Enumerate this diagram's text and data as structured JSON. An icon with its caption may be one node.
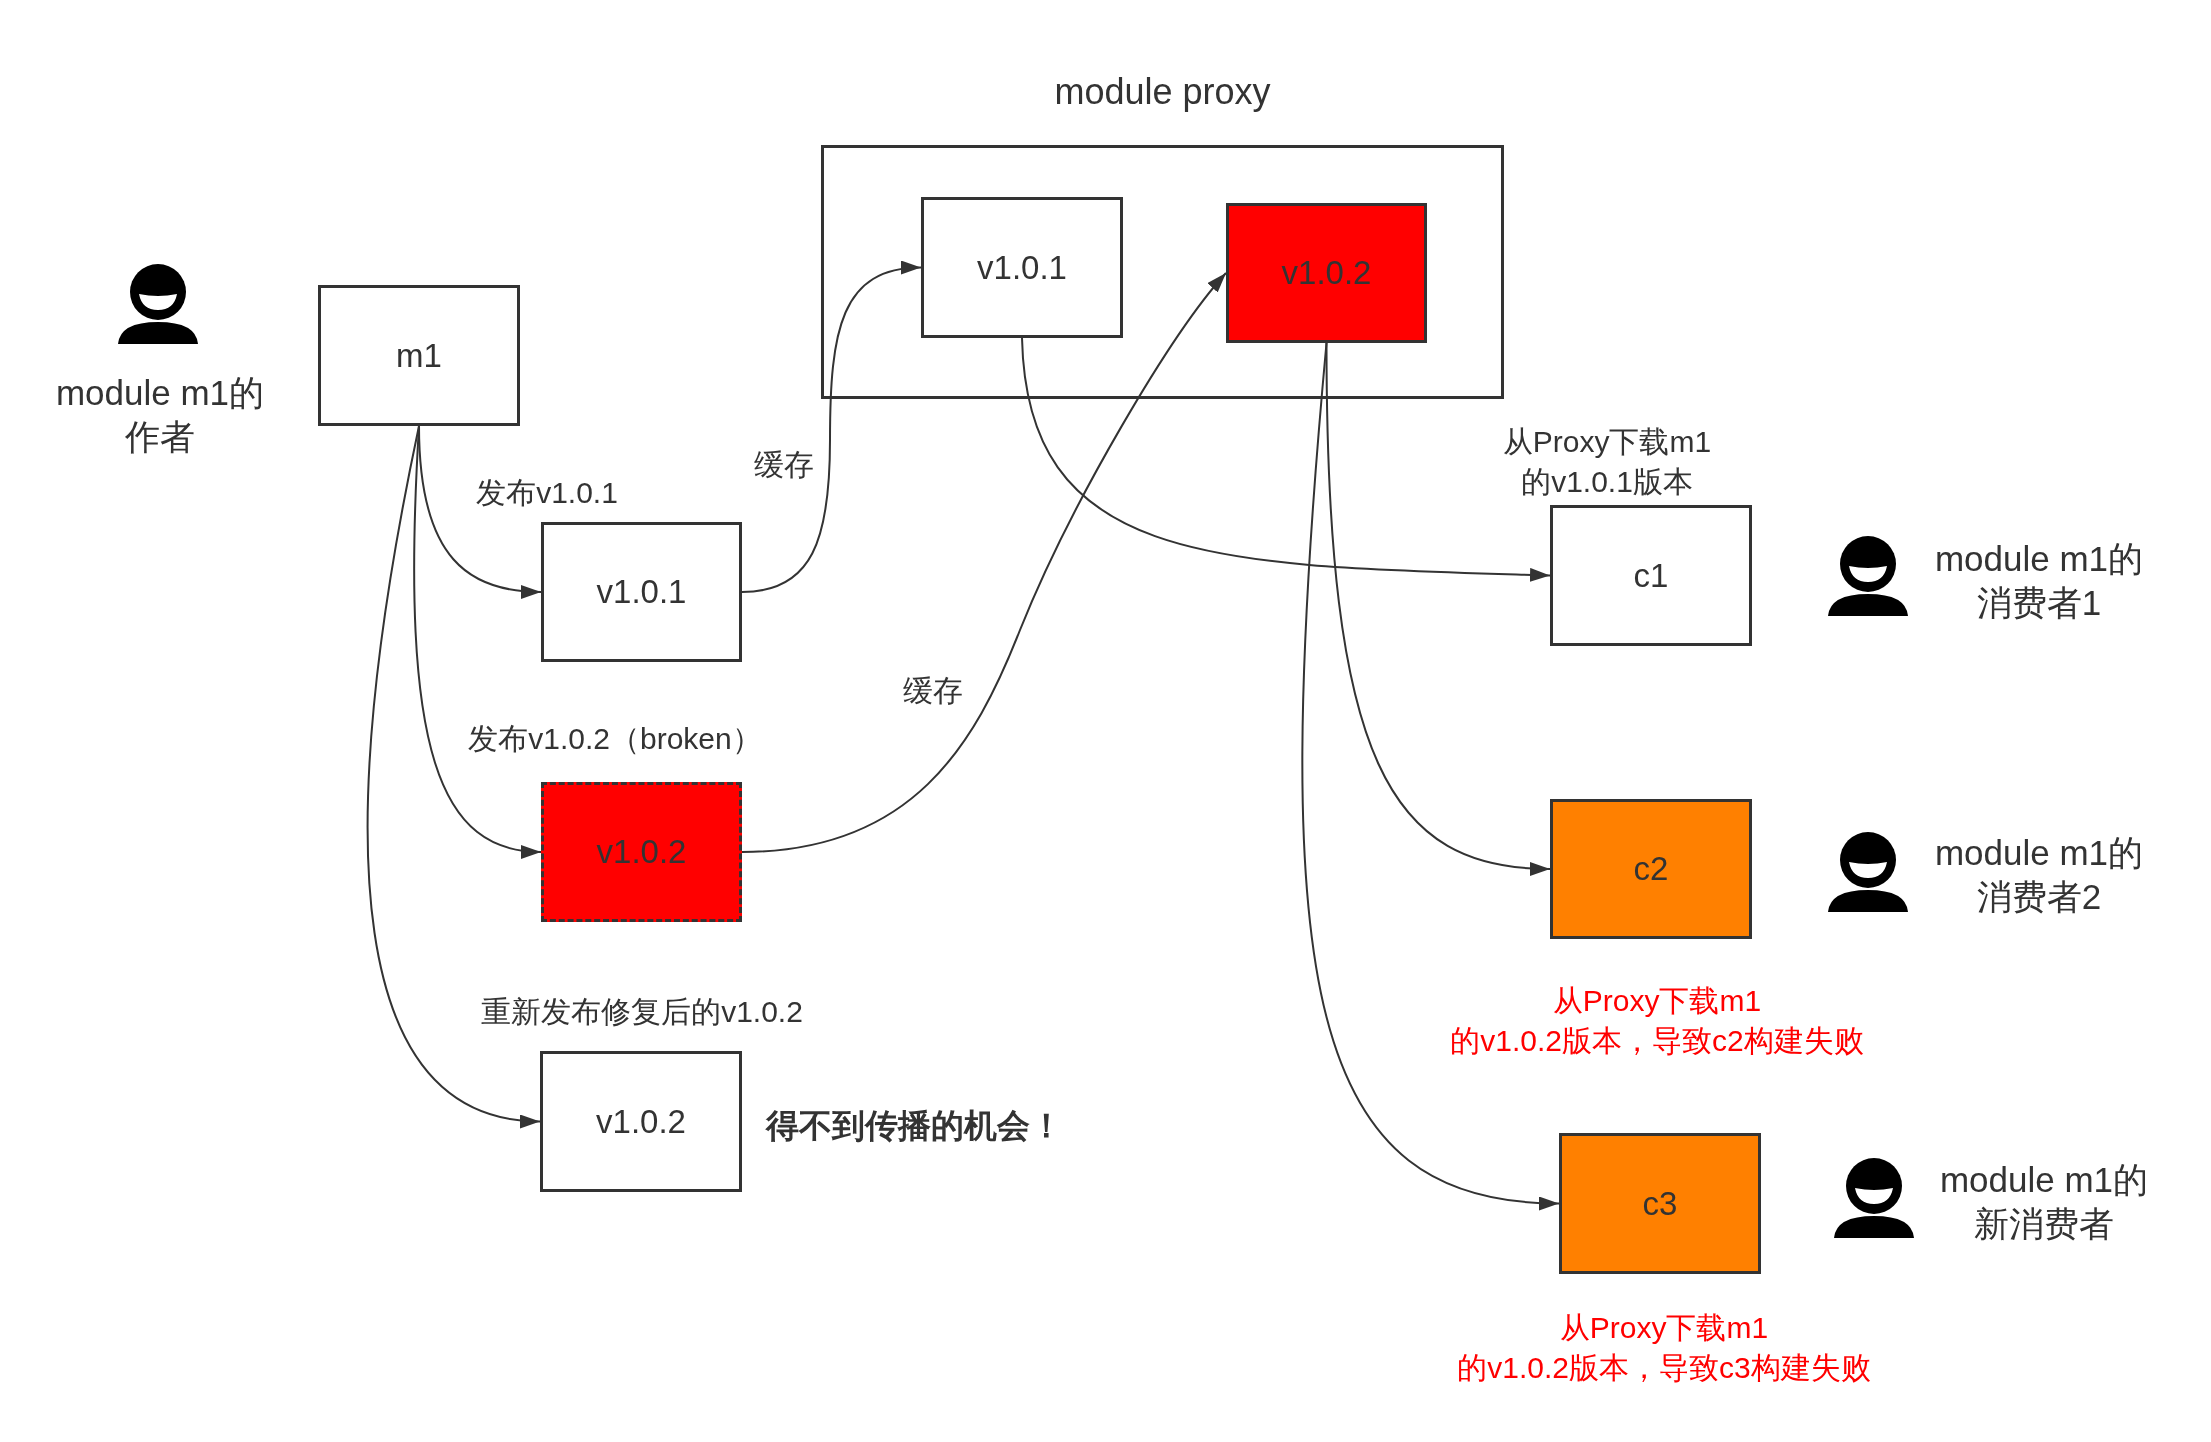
{
  "diagram": {
    "nodes": [
      {
        "text": [
          "module proxy"
        ]
      },
      {
        "text": [
          "v1.0.1"
        ],
        "in": 0
      },
      {
        "text": [
          "v1.0.2"
        ],
        "in": 0
      },
      {
        "text": [
          "m1"
        ]
      },
      {
        "text": [
          "v1.0.1"
        ]
      },
      {
        "text": [
          "v1.0.2"
        ]
      },
      {
        "text": [
          "v1.0.2"
        ],
        "beside": [
          "得不到传播的机会！"
        ]
      },
      {
        "text": [
          "c1"
        ],
        "beside": [
          "从Proxy下载m1的v1.0.1版本"
        ]
      },
      {
        "text": [
          "c2"
        ],
        "beside": [
          "从Proxy下载m1的v1.0.2版本，导致c2构建失败"
        ]
      },
      {
        "text": [
          "c3"
        ],
        "beside": [
          "从Proxy下载m1的v1.0.2版本，导致c3构建失败"
        ]
      }
    ],
    "edges": [
      {
        "from": 3,
        "to": 4,
        "arrow": "to",
        "label": "发布v1.0.1"
      },
      {
        "from": 3,
        "to": 5,
        "arrow": "to",
        "label": "发布v1.0.2（broken）"
      },
      {
        "from": 3,
        "to": 6,
        "arrow": "to",
        "label": "重新发布修复后的v1.0.2"
      },
      {
        "from": 4,
        "to": 1,
        "arrow": "to",
        "label": "缓存"
      },
      {
        "from": 5,
        "to": 2,
        "arrow": "to",
        "label": "缓存"
      },
      {
        "from": 1,
        "to": 7,
        "arrow": "to"
      },
      {
        "from": 2,
        "to": 8,
        "arrow": "to"
      },
      {
        "from": 2,
        "to": 9,
        "arrow": "to"
      }
    ],
    "labels": [
      "module m1的作者",
      "module m1的消费者1",
      "module m1的消费者2",
      "module m1的新消费者"
    ]
  }
}
